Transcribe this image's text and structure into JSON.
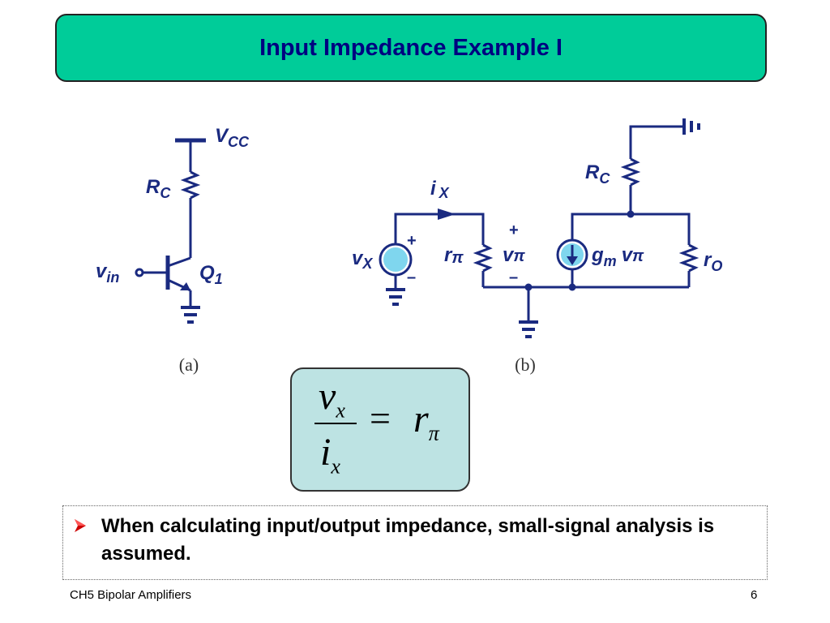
{
  "slide": {
    "title": "Input Impedance Example I",
    "footer_left": "CH5 Bipolar Amplifiers",
    "page_number": "6"
  },
  "circuit_a": {
    "caption": "(a)",
    "supply": {
      "main": "V",
      "sub": "CC"
    },
    "resistor": {
      "main": "R",
      "sub": "C"
    },
    "input": {
      "main": "v",
      "sub": "in"
    },
    "transistor": {
      "main": "Q",
      "sub": "1"
    }
  },
  "circuit_b": {
    "caption": "(b)",
    "test_current": {
      "main": "i",
      "sub": "X"
    },
    "test_voltage": {
      "main": "v",
      "sub": "X"
    },
    "source_plus": "+",
    "source_minus": "–",
    "r_pi": {
      "main": "r",
      "sub": "π"
    },
    "v_pi": {
      "main": "v",
      "sub": "π"
    },
    "v_pi_plus": "+",
    "v_pi_minus": "–",
    "gm": {
      "main": "g",
      "sub": "m",
      "tail": "v",
      "tail_sub": "π"
    },
    "rc": {
      "main": "R",
      "sub": "C"
    },
    "ro": {
      "main": "r",
      "sub": "O"
    }
  },
  "formula": {
    "numerator": "v",
    "numerator_sub": "x",
    "denominator": "i",
    "denominator_sub": "x",
    "equals": "=",
    "rhs": "r",
    "rhs_sub": "π"
  },
  "bullet": {
    "text": "When calculating input/output impedance, small-signal analysis is assumed."
  },
  "colors": {
    "title_bar": "#00cc99",
    "title_text": "#000080",
    "wire": "#1a2a80",
    "formula_box": "#bde3e3",
    "bullet_arrow": "#cc0000"
  }
}
